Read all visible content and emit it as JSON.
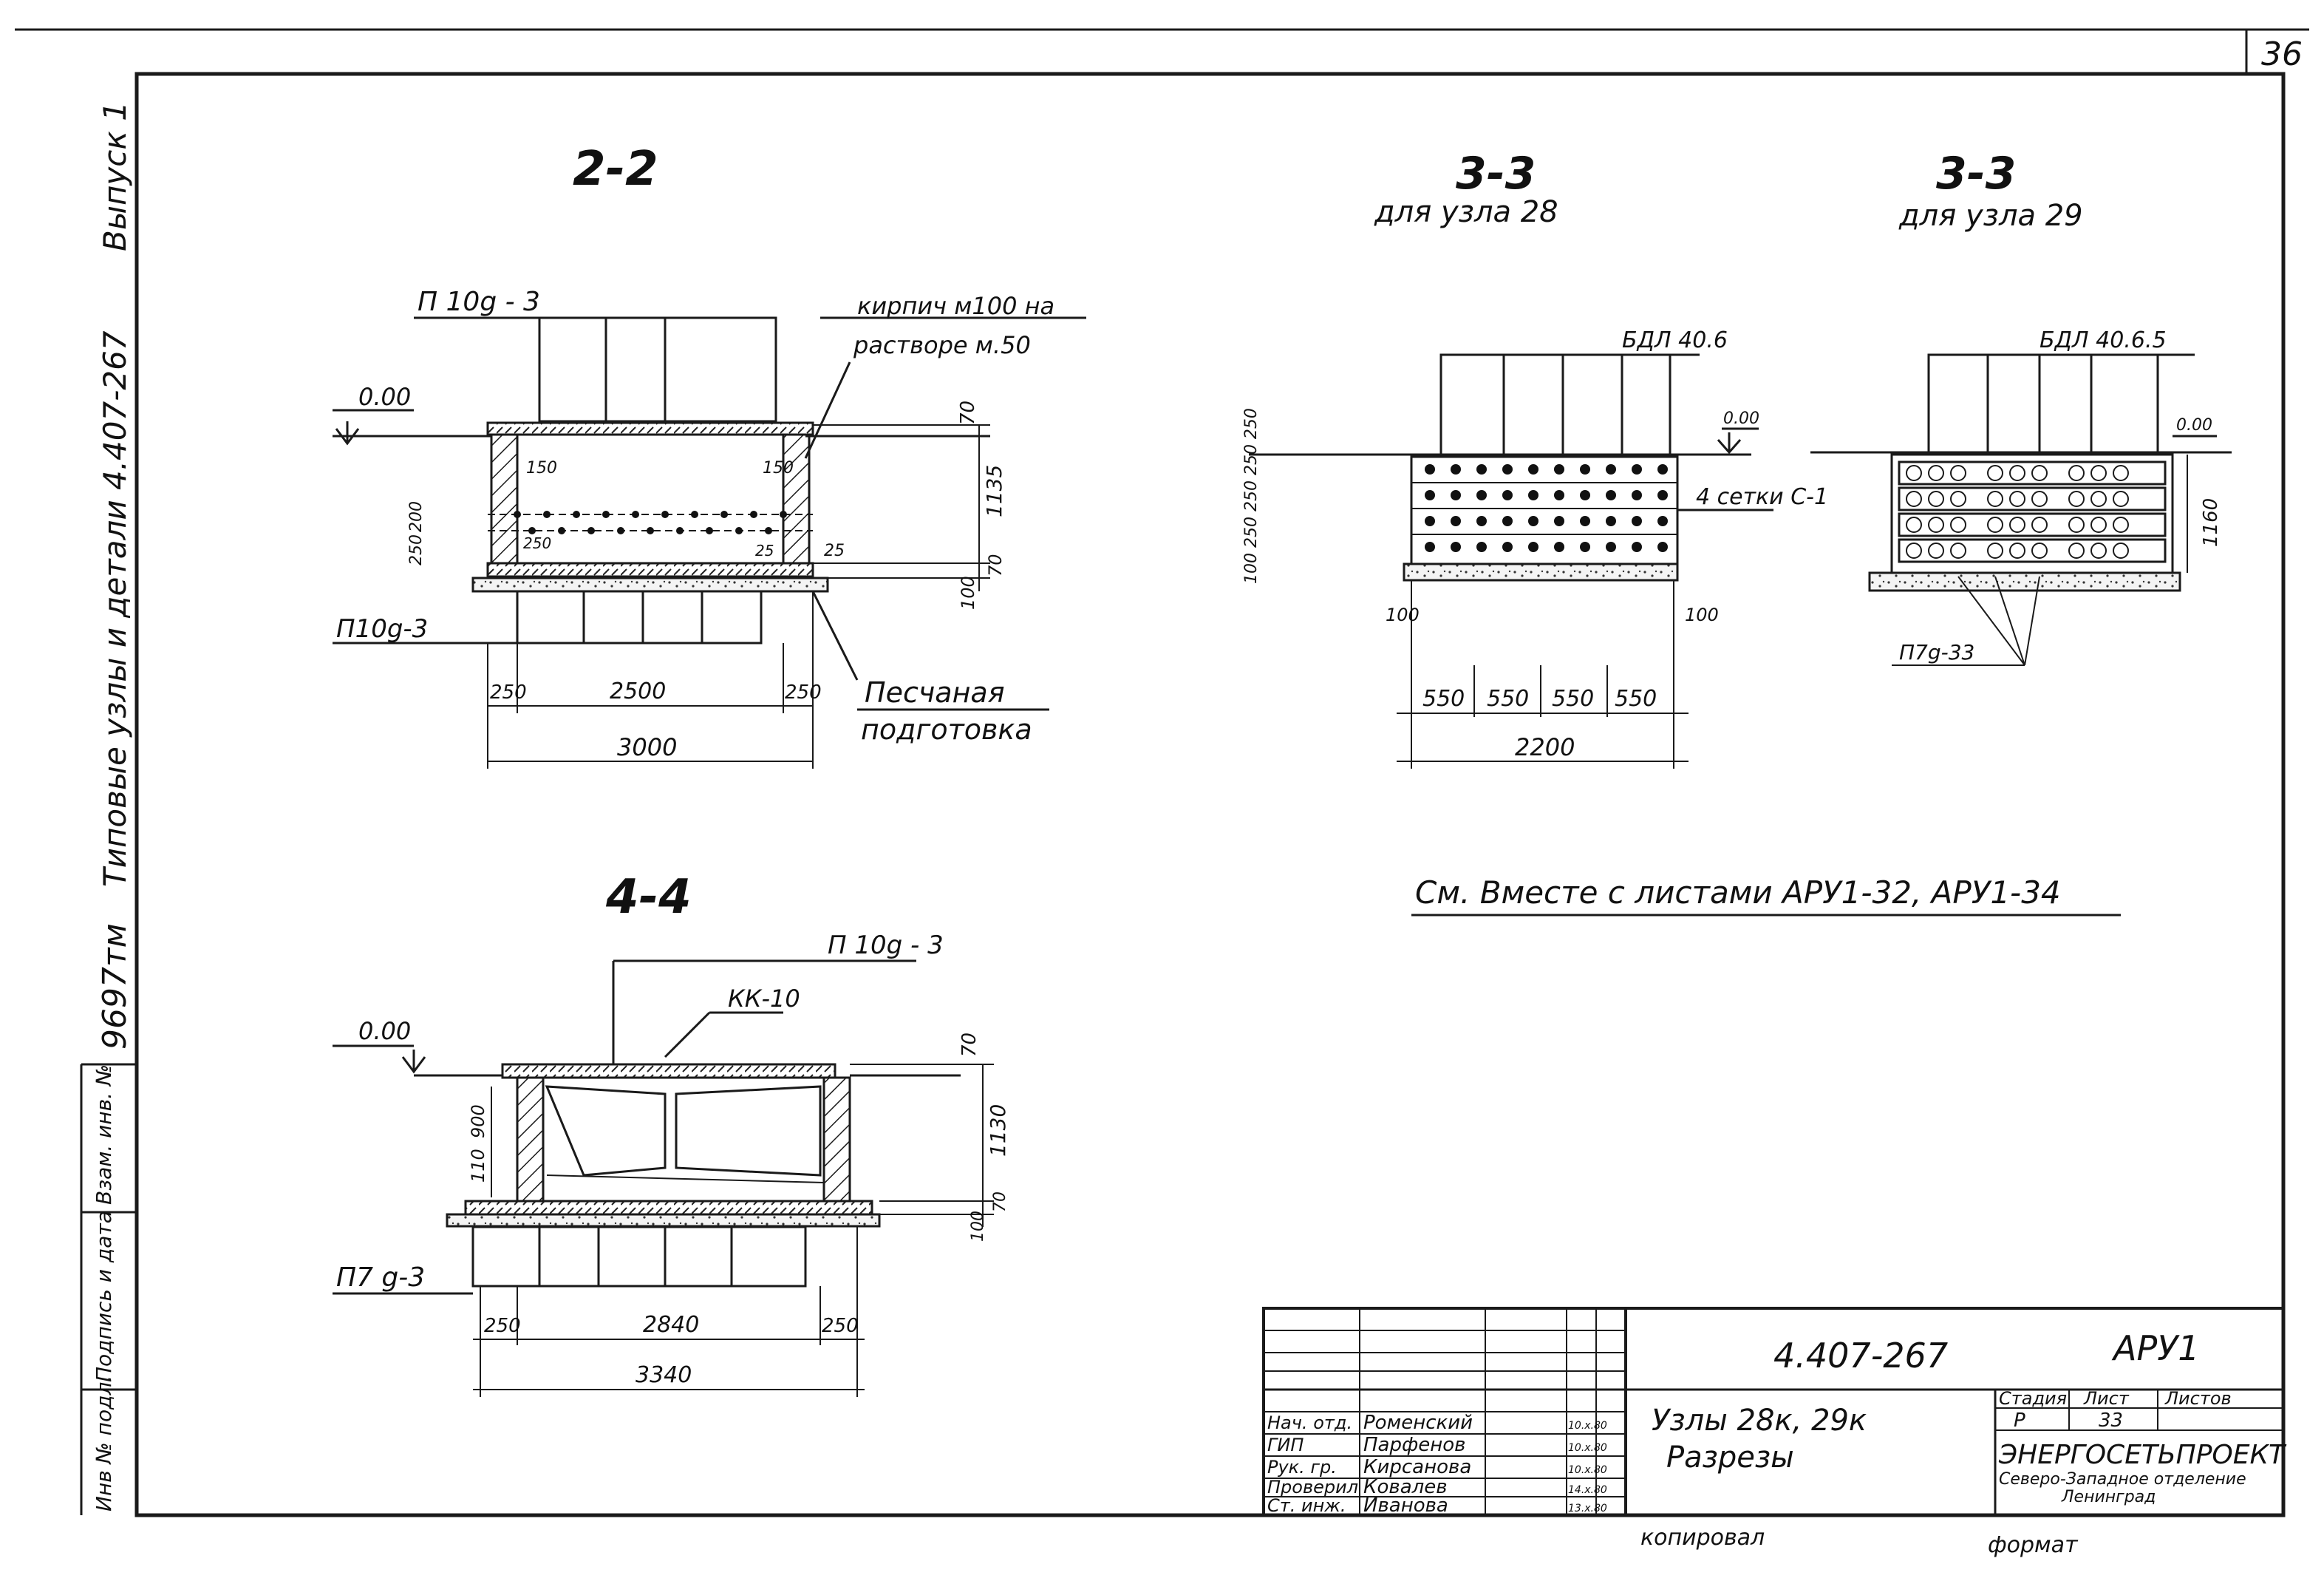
{
  "sheet": {
    "page_number": "36",
    "side_strip": {
      "edition": "Выпуск 1",
      "series": "Типовые узлы и детали 4.407-267",
      "archive_no": "9697тм",
      "stamp_col1": "Взам. инв. №",
      "stamp_col2": "Подпись и дата",
      "stamp_col3": "Инв № подл."
    }
  },
  "sections": {
    "s22": {
      "title": "2-2",
      "slab_top": "П 10g - 3",
      "slab_bottom": "П10g-3",
      "level": "0.00",
      "note_brick_1": "кирпич м100 на",
      "note_brick_2": "растворе м.50",
      "note_sand_1": "Песчаная",
      "note_sand_2": "подготовка",
      "dims": {
        "d250a": "250",
        "d2500": "2500",
        "d250b": "250",
        "d3000": "3000",
        "d70a": "70",
        "d1135": "1135",
        "d70b": "70",
        "d100": "100",
        "d150a": "150",
        "d150b": "150",
        "d200": "200",
        "d250v": "250",
        "d25a": "25",
        "d25b": "25",
        "d250s": "250"
      }
    },
    "s33a": {
      "title": "3-3",
      "subtitle": "для узла 28",
      "block": "БДЛ 40.6",
      "level": "0.00",
      "mesh_note": "4 сетки С-1",
      "vert_dims": "100 250 250 250 250",
      "dims": {
        "d100a": "100",
        "d100b": "100",
        "c1": "550",
        "c2": "550",
        "c3": "550",
        "c4": "550",
        "total": "2200"
      }
    },
    "s33b": {
      "title": "3-3",
      "subtitle": "для узла 29",
      "block": "БДЛ 40.6.5",
      "level": "0.00",
      "slab": "П7g-33",
      "dims": {
        "d110": "1160"
      }
    },
    "note": "См. Вместе с листами АРУ1-32, АРУ1-34",
    "s44": {
      "title": "4-4",
      "slab_top": "П 10g - 3",
      "slab_bottom": "П7 g-3",
      "channel": "КК-10",
      "level": "0.00",
      "dims": {
        "d70a": "70",
        "d900": "900",
        "d110": "110",
        "d1130": "1130",
        "d70b": "70",
        "d100": "100",
        "d250a": "250",
        "d2840": "2840",
        "d250b": "250",
        "d3340": "3340"
      }
    }
  },
  "title_block": {
    "doc_code": "4.407-267",
    "album": "АРУ1",
    "title_line1": "Узлы 28к, 29к",
    "title_line2": "Разрезы",
    "stage_label": "Стадия",
    "sheet_label": "Лист",
    "sheets_label": "Листов",
    "stage_value": "Р",
    "sheet_value": "33",
    "org_1": "ЭНЕРГОСЕТЬПРОЕКТ",
    "org_2": "Северо-Западное отделение",
    "org_3": "Ленинград",
    "copied": "копировал",
    "format": "формат",
    "staff": [
      {
        "role": "Нач. отд.",
        "name": "Роменский",
        "date": "10.х.80"
      },
      {
        "role": "ГИП",
        "name": "Парфенов",
        "date": "10.х.80"
      },
      {
        "role": "Рук. гр.",
        "name": "Кирсанова",
        "date": "10.х.80"
      },
      {
        "role": "Проверил",
        "name": "Ковалев",
        "date": "14.х.80"
      },
      {
        "role": "Ст. инж.",
        "name": "Иванова",
        "date": "13.х.80"
      }
    ]
  }
}
